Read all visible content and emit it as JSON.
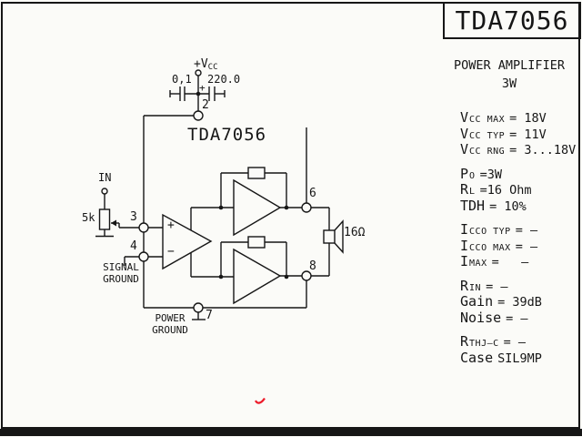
{
  "colors": {
    "ink": "#161616",
    "red_mark": "#ed1c2b",
    "paper": "#fbfbf8"
  },
  "title_block": {
    "part_number": "TDA7056",
    "subtitle": "POWER AMPLIFIER",
    "power_rating": "3W"
  },
  "schematic": {
    "chip_label": "TDA7056",
    "vcc_main": "+V",
    "vcc_sub": "CC",
    "cap_left_value": "0,1",
    "cap_right_value": "220.0",
    "cap_polarity": "+",
    "input_label": "IN",
    "pot_value": "5k",
    "opamp_plus": "+",
    "opamp_minus": "−",
    "pin2": "2",
    "pin3": "3",
    "pin4": "4",
    "pin6": "6",
    "pin7": "7",
    "pin8": "8",
    "signal_ground_line1": "SIGNAL",
    "signal_ground_line2": "GROUND",
    "power_ground_line1": "POWER",
    "power_ground_line2": "GROUND",
    "speaker_impedance": "16Ω"
  },
  "specs": {
    "rows": [
      {
        "main": "V",
        "sub": "CC MAX",
        "eq": "= 18V",
        "gap": false
      },
      {
        "main": "V",
        "sub": "CC TYP",
        "eq": "= 11V",
        "gap": false
      },
      {
        "main": "V",
        "sub": "CC RNG",
        "eq": "= 3...18V",
        "gap": false
      },
      {
        "main": "P",
        "sub": "O",
        "eq": "=3W",
        "gap": true
      },
      {
        "main": "R",
        "sub": "L",
        "eq": "=16 Ohm",
        "gap": false
      },
      {
        "main": "TDH",
        "sub": "",
        "eq": "= 10%",
        "gap": false
      },
      {
        "main": "I",
        "sub": "CCO TYP",
        "eq": "= –",
        "gap": true
      },
      {
        "main": "I",
        "sub": "CCO MAX",
        "eq": "= –",
        "gap": false
      },
      {
        "main": "I",
        "sub": "MAX",
        "eq": "=   –",
        "gap": false
      },
      {
        "main": "R",
        "sub": "IN",
        "eq": "= –",
        "gap": true
      },
      {
        "main": "Gain",
        "sub": "",
        "eq": "= 39dB",
        "gap": false
      },
      {
        "main": "Noise",
        "sub": "",
        "eq": "= –",
        "gap": false
      },
      {
        "main": "R",
        "sub": "THJ–C",
        "eq": "= –",
        "gap": true
      },
      {
        "main": "Case",
        "sub": "",
        "eq": "SIL9MP",
        "gap": false
      }
    ]
  }
}
